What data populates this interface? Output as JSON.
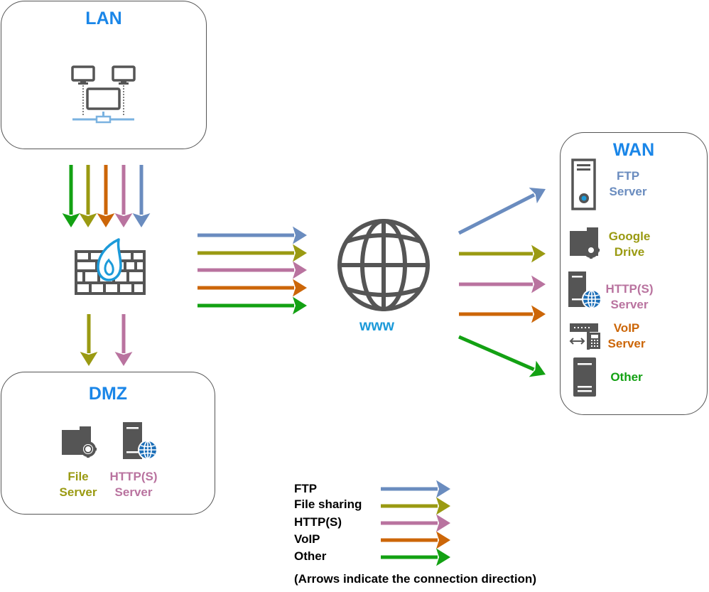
{
  "colors": {
    "ftp": "#6a8cbf",
    "file_sharing": "#9a9a12",
    "http": "#b9739f",
    "voip": "#cc6608",
    "other": "#13a113",
    "zone_title": "#1a86e8",
    "www": "#1c9ad9",
    "icon_gray": "#555555",
    "icon_blue": "#1c8fd1"
  },
  "zones": {
    "lan": {
      "title": "LAN",
      "icon": "network-icon"
    },
    "dmz": {
      "title": "DMZ",
      "servers": [
        {
          "line1": "File",
          "line2": "Server",
          "icon": "file-server-icon",
          "color_key": "file_sharing"
        },
        {
          "line1": "HTTP(S)",
          "line2": "Server",
          "icon": "web-server-icon",
          "color_key": "http"
        }
      ]
    },
    "wan": {
      "title": "WAN",
      "servers": [
        {
          "line1": "FTP",
          "line2": "Server",
          "icon": "ftp-server-icon",
          "color_key": "ftp"
        },
        {
          "line1": "Google",
          "line2": "Drive",
          "icon": "file-server-icon",
          "color_key": "file_sharing"
        },
        {
          "line1": "HTTP(S)",
          "line2": "Server",
          "icon": "web-server-icon",
          "color_key": "http"
        },
        {
          "line1": "VoIP",
          "line2": "Server",
          "icon": "voip-server-icon",
          "color_key": "voip"
        },
        {
          "line1": "Other",
          "line2": "",
          "icon": "server-icon",
          "color_key": "other"
        }
      ]
    }
  },
  "firewall": {
    "icon": "firewall-icon"
  },
  "internet": {
    "label": "www",
    "icon": "globe-icon"
  },
  "flows": {
    "lan_to_firewall": [
      "other",
      "file_sharing",
      "voip",
      "http",
      "ftp"
    ],
    "firewall_to_dmz": [
      "file_sharing",
      "http"
    ],
    "firewall_to_internet": [
      "ftp",
      "file_sharing",
      "http",
      "voip",
      "other"
    ],
    "internet_to_wan": [
      "ftp",
      "file_sharing",
      "http",
      "voip",
      "other"
    ]
  },
  "legend": {
    "items": [
      {
        "label": "FTP",
        "color_key": "ftp"
      },
      {
        "label": "File sharing",
        "color_key": "file_sharing"
      },
      {
        "label": "HTTP(S)",
        "color_key": "http"
      },
      {
        "label": "VoIP",
        "color_key": "voip"
      },
      {
        "label": "Other",
        "color_key": "other"
      }
    ],
    "note": "(Arrows indicate the connection direction)"
  }
}
